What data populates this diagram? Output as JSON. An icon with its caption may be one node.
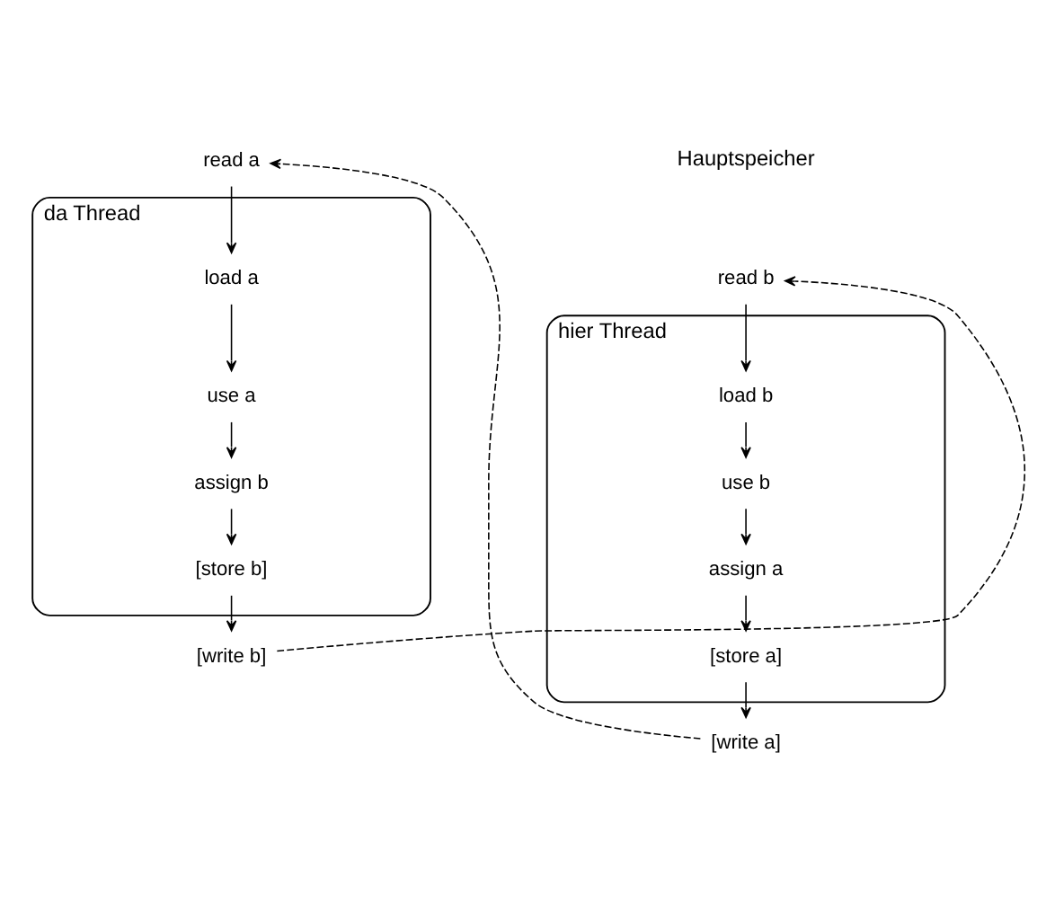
{
  "diagram": {
    "nodes": [
      {
        "text": [
          "hier Thread"
        ]
      },
      {
        "text": [
          "load b"
        ],
        "in": 0
      },
      {
        "text": [
          "use b"
        ],
        "in": 0
      },
      {
        "text": [
          "assign a"
        ],
        "in": 0
      },
      {
        "text": [
          "[store a]"
        ],
        "in": 0
      },
      {
        "text": [
          "da Thread"
        ]
      },
      {
        "text": [
          "load a"
        ],
        "in": 5
      },
      {
        "text": [
          "use a"
        ],
        "in": 5
      },
      {
        "text": [
          "assign b"
        ],
        "in": 5
      },
      {
        "text": [
          "[store b]"
        ],
        "in": 5
      },
      {
        "text": [
          "read b"
        ]
      },
      {
        "text": [
          "read a"
        ]
      },
      {
        "text": [
          "[write a]"
        ]
      },
      {
        "text": [
          "[write b]"
        ]
      }
    ],
    "edges": [
      {
        "from": 10,
        "to": 1,
        "arrow": "to"
      },
      {
        "from": 1,
        "to": 2,
        "arrow": "to"
      },
      {
        "from": 2,
        "to": 3,
        "arrow": "to"
      },
      {
        "from": 3,
        "to": 4,
        "arrow": "to"
      },
      {
        "from": 4,
        "to": 12,
        "arrow": "to"
      },
      {
        "from": 12,
        "to": 11,
        "arrow": "to",
        "style": "dashed"
      },
      {
        "from": 11,
        "to": 6,
        "arrow": "to"
      },
      {
        "from": 6,
        "to": 7,
        "arrow": "to"
      },
      {
        "from": 7,
        "to": 8,
        "arrow": "to"
      },
      {
        "from": 8,
        "to": 9,
        "arrow": "to"
      },
      {
        "from": 9,
        "to": 13,
        "arrow": "to"
      },
      {
        "from": 13,
        "to": 10,
        "arrow": "to",
        "style": "dashed"
      }
    ],
    "labels": [
      "Hauptspeicher"
    ]
  }
}
